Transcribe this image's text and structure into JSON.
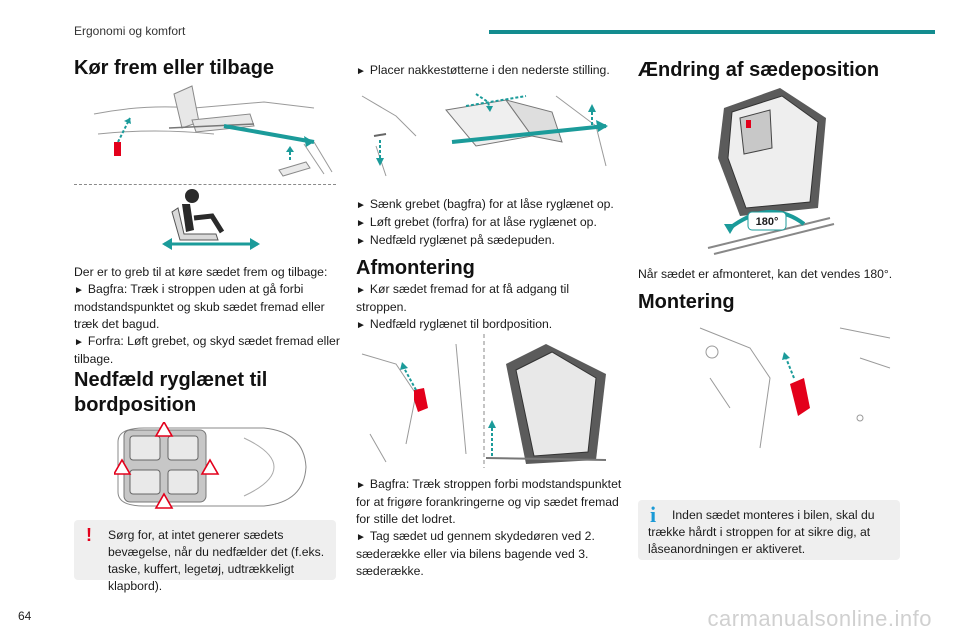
{
  "header": {
    "chapter": "Ergonomi og komfort"
  },
  "page_number": "64",
  "watermark": "carmanualsonline.info",
  "col1": {
    "title_forward": "Kør frem eller tilbage",
    "intro": "Der er to greb til at køre sædet frem og tilbage:",
    "bullets": [
      "Bagfra: Træk i stroppen uden at gå forbi modstandspunktet og skub sædet fremad eller træk det bagud.",
      "Forfra: Løft grebet, og skyd sædet fremad eller tilbage."
    ],
    "title_fold": "Nedfæld ryglænet til bordposition",
    "warning": [
      "Sørg for, at intet generer sædets",
      "bevægelse, når du nedfælder det (f.eks. taske, kuffert, legetøj, udtrækkeligt klapbord)."
    ]
  },
  "col2": {
    "bullet_headrest": "Placer nakkestøtterne i den nederste stilling.",
    "bullets_levers": [
      "Sænk grebet (bagfra) for at låse ryglænet op.",
      "Løft grebet (forfra) for at låse ryglænet op.",
      "Nedfæld ryglænet på sædepuden."
    ],
    "title_remove": "Afmontering",
    "bullets_remove": [
      "Kør sædet fremad for at få adgang til stroppen.",
      "Nedfæld ryglænet til bordposition."
    ],
    "bullets_after": [
      "Bagfra: Træk stroppen forbi modstandspunktet for at frigøre forankringerne og vip sædet fremad for stille det lodret.",
      "Tag sædet ud gennem skydedøren ved 2. sæderække eller via bilens bagende ved 3. sæderække."
    ]
  },
  "col3": {
    "title_change": "Ændring af sædeposition",
    "rotate_label": "180°",
    "rotate_text": "Når sædet er afmonteret, kan det vendes 180°.",
    "title_mount": "Montering",
    "info": [
      "Inden sædet monteres i bilen, skal du",
      "trække hårdt i stroppen for at sikre dig, at låseanordningen er aktiveret."
    ]
  },
  "colors": {
    "accent": "#138c8f",
    "arrow": "#1b9b9a",
    "warning": "#e3001b",
    "info": "#1b9ad6",
    "strap": "#e3001b"
  },
  "icons": {
    "bullet": "►",
    "warning": "!",
    "info": "i",
    "rotate": "rotate-180-icon"
  }
}
